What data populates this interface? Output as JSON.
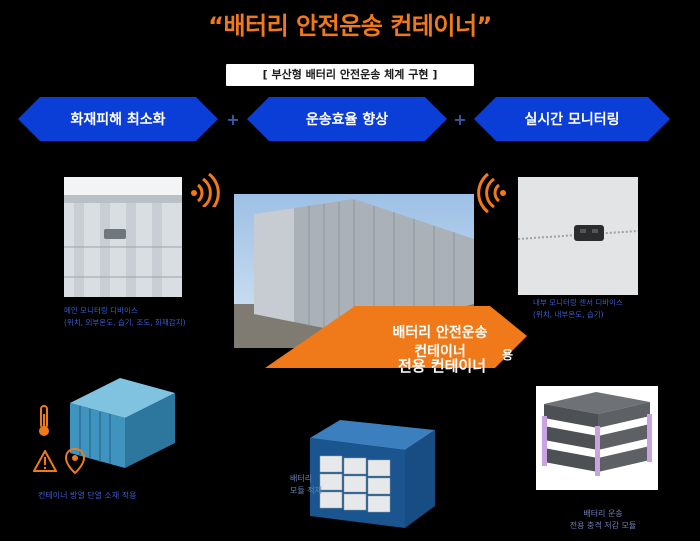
{
  "title": "“배터리 안전운송 컨테이너”",
  "subtitle": "[ 부산형 배터리 안전운송 체계 구현 ]",
  "pillars": [
    {
      "label": "화재피해 최소화"
    },
    {
      "label": "운송효율 향상"
    },
    {
      "label": "실시간 모니터링"
    }
  ],
  "plus_symbol": "+",
  "left_device": {
    "caption_line1": "메인 모니터링 디바이스",
    "caption_line2": "(위치, 외부온도, 습기, 조도, 화재감지)"
  },
  "right_device": {
    "caption_line1": "내부 모니터링 센서 디바이스",
    "caption_line2": "(위치, 내부온도, 습기)"
  },
  "center": {
    "arrow_line1": "배터리 안전운송",
    "arrow_line2": "컨테이너",
    "ghost_line1": "용",
    "ghost_line2": "전용 컨테이너"
  },
  "bottom": {
    "container_caption": "컨테이너 방열 단열 소재 적용",
    "loaded_caption_line1": "배터리",
    "loaded_caption_line2": "모듈 적재",
    "module_caption_line1": "배터리 운송",
    "module_caption_line2": "전용 충격 저감 모듈"
  },
  "colors": {
    "accent": "#f07a1a",
    "blue": "#0b3ed6",
    "caption_blue": "#3b5bd0"
  }
}
